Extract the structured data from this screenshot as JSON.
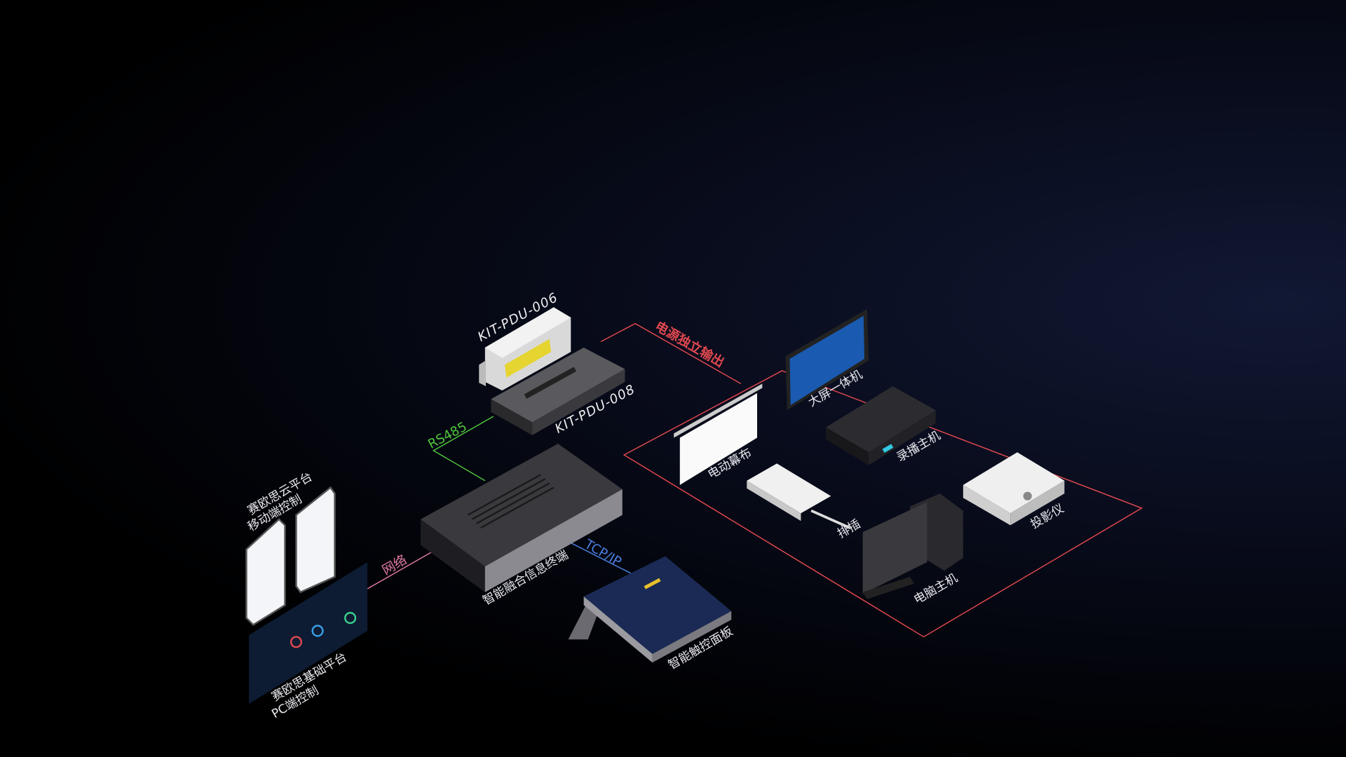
{
  "colors": {
    "power_line": "#e0484f",
    "rs485": "#4fc43c",
    "network": "#e07aa8",
    "tcpip": "#4a7fe0",
    "label": "#e8e8ee"
  },
  "devices": {
    "pdu006": "KIT-PDU-006",
    "pdu008": "KIT-PDU-008",
    "terminal": "智能融合信息终端",
    "touch_panel": "智能触控面板",
    "all_in_one": "大屏一体机",
    "recorder": "录播主机",
    "screen": "电动幕布",
    "power_strip": "排插",
    "projector": "投影仪",
    "pc": "电脑主机"
  },
  "links": {
    "rs485": "RS485",
    "power": "电源独立输出",
    "network": "网络",
    "tcpip": "TCP/IP"
  },
  "platforms": {
    "mobile_line1": "赛欧思云平台",
    "mobile_line2": "移动端控制",
    "pc_line1": "赛欧思基础平台",
    "pc_line2": "PC端控制"
  }
}
